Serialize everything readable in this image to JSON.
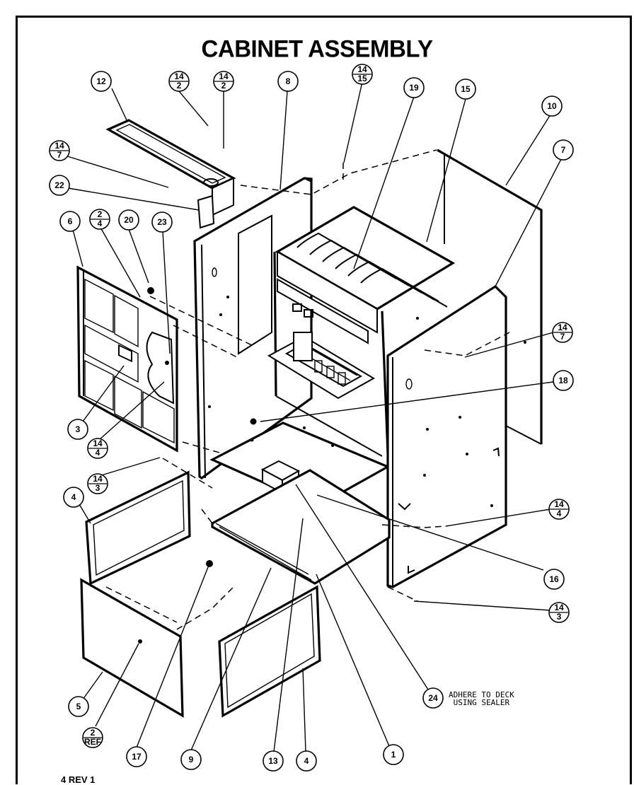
{
  "title": "CABINET ASSEMBLY",
  "note": {
    "line1": "ADHERE TO DECK",
    "line2": "USING SEALER"
  },
  "revision": "4 REV 1",
  "callouts": [
    {
      "id": "c-12",
      "label": "12"
    },
    {
      "id": "c-14-2a",
      "top": "14",
      "bottom": "2"
    },
    {
      "id": "c-14-2b",
      "top": "14",
      "bottom": "2"
    },
    {
      "id": "c-8",
      "label": "8"
    },
    {
      "id": "c-14-15",
      "top": "14",
      "bottom": "15"
    },
    {
      "id": "c-19",
      "label": "19"
    },
    {
      "id": "c-15",
      "label": "15"
    },
    {
      "id": "c-10",
      "label": "10"
    },
    {
      "id": "c-7",
      "label": "7"
    },
    {
      "id": "c-14-7a",
      "top": "14",
      "bottom": "7"
    },
    {
      "id": "c-22",
      "label": "22"
    },
    {
      "id": "c-6",
      "label": "6"
    },
    {
      "id": "c-2-4",
      "top": "2",
      "bottom": "4"
    },
    {
      "id": "c-20",
      "label": "20"
    },
    {
      "id": "c-23",
      "label": "23"
    },
    {
      "id": "c-14-7b",
      "top": "14",
      "bottom": "7"
    },
    {
      "id": "c-18",
      "label": "18"
    },
    {
      "id": "c-3",
      "label": "3"
    },
    {
      "id": "c-14-4a",
      "top": "14",
      "bottom": "4"
    },
    {
      "id": "c-14-3a",
      "top": "14",
      "bottom": "3"
    },
    {
      "id": "c-4a",
      "label": "4"
    },
    {
      "id": "c-14-4b",
      "top": "14",
      "bottom": "4"
    },
    {
      "id": "c-16",
      "label": "16"
    },
    {
      "id": "c-14-3b",
      "top": "14",
      "bottom": "3"
    },
    {
      "id": "c-5",
      "label": "5"
    },
    {
      "id": "c-2-ref",
      "top": "2",
      "bottom": "REF"
    },
    {
      "id": "c-17",
      "label": "17"
    },
    {
      "id": "c-9",
      "label": "9"
    },
    {
      "id": "c-13",
      "label": "13"
    },
    {
      "id": "c-4b",
      "label": "4"
    },
    {
      "id": "c-1",
      "label": "1"
    },
    {
      "id": "c-24",
      "label": "24"
    }
  ]
}
